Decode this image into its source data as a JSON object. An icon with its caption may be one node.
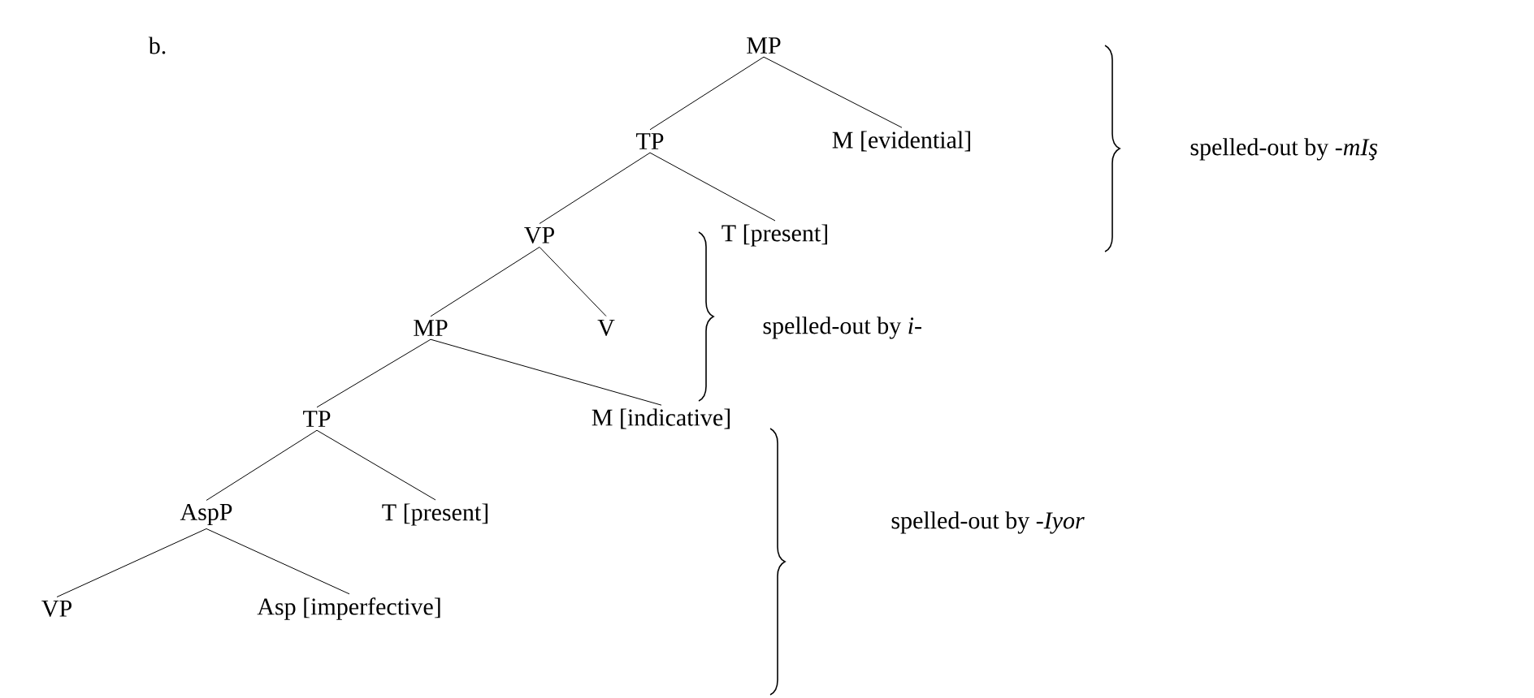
{
  "diagram": {
    "nodes": [
      {
        "text": [
          "MP"
        ]
      },
      {
        "text": [
          "TP"
        ]
      },
      {
        "text": [
          "M [evidential]"
        ]
      },
      {
        "text": [
          "VP"
        ]
      },
      {
        "text": [
          "T [present]"
        ]
      },
      {
        "text": [
          "MP"
        ]
      },
      {
        "text": [
          "V"
        ]
      },
      {
        "text": [
          "TP"
        ]
      },
      {
        "text": [
          "M [indicative]"
        ]
      },
      {
        "text": [
          "AspP"
        ]
      },
      {
        "text": [
          "T [present]"
        ]
      },
      {
        "text": [
          "VP"
        ]
      },
      {
        "text": [
          "Asp [imperfective]"
        ]
      }
    ],
    "edges": [
      {
        "from": 0,
        "to": 1,
        "arrow": "none"
      },
      {
        "from": 0,
        "to": 2,
        "arrow": "none"
      },
      {
        "from": 1,
        "to": 3,
        "arrow": "none"
      },
      {
        "from": 1,
        "to": 4,
        "arrow": "none"
      },
      {
        "from": 3,
        "to": 5,
        "arrow": "none"
      },
      {
        "from": 3,
        "to": 6,
        "arrow": "none"
      },
      {
        "from": 5,
        "to": 7,
        "arrow": "none"
      },
      {
        "from": 5,
        "to": 8,
        "arrow": "none"
      },
      {
        "from": 7,
        "to": 9,
        "arrow": "none"
      },
      {
        "from": 7,
        "to": 10,
        "arrow": "none"
      },
      {
        "from": 9,
        "to": 11,
        "arrow": "none"
      },
      {
        "from": 9,
        "to": 12,
        "arrow": "none"
      }
    ],
    "labels": [
      "b.",
      "spelled-out by *-mIş*",
      "spelled-out by *i-*",
      "spelled-out by *-Iyor*"
    ]
  }
}
